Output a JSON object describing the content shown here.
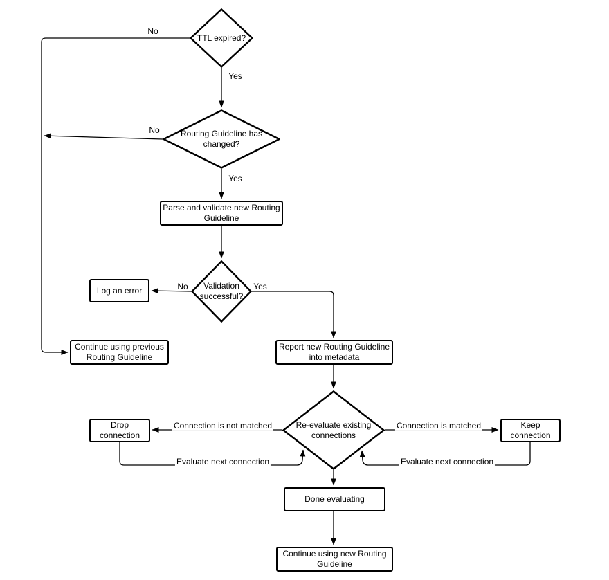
{
  "diagram": {
    "colors": {
      "background": "#ffffff",
      "shape_fill": "#ffffff",
      "stroke": "#000000",
      "text": "#000000"
    },
    "nodes": {
      "ttl_expired": {
        "type": "decision",
        "label": "TTL expired?"
      },
      "guideline_changed": {
        "type": "decision",
        "label": "Routing Guideline has changed?"
      },
      "parse_validate": {
        "type": "process",
        "label": "Parse and validate new Routing Guideline"
      },
      "validation_successful": {
        "type": "decision",
        "label": "Validation successful?"
      },
      "log_error": {
        "type": "process",
        "label": "Log an error"
      },
      "continue_previous": {
        "type": "process",
        "label": "Continue using previous Routing Guideline"
      },
      "report_metadata": {
        "type": "process",
        "label": "Report new Routing Guideline into metadata"
      },
      "reevaluate_connections": {
        "type": "decision",
        "label": "Re-evaluate existing connections"
      },
      "drop_connection": {
        "type": "process",
        "label": "Drop connection"
      },
      "keep_connection": {
        "type": "process",
        "label": "Keep connection"
      },
      "done_evaluating": {
        "type": "process",
        "label": "Done evaluating"
      },
      "continue_new": {
        "type": "process",
        "label": "Continue using new Routing Guideline"
      }
    },
    "edge_labels": {
      "ttl_no": "No",
      "ttl_yes": "Yes",
      "changed_no": "No",
      "changed_yes": "Yes",
      "validation_no": "No",
      "validation_yes": "Yes",
      "connection_not_matched": "Connection is not matched",
      "connection_matched": "Connection is matched",
      "evaluate_next_left": "Evaluate next connection",
      "evaluate_next_right": "Evaluate next connection"
    }
  }
}
